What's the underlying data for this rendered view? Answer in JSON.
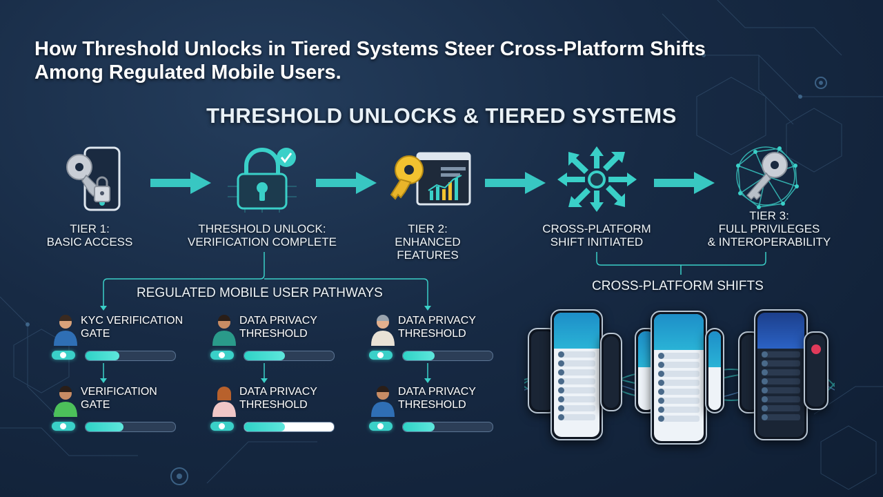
{
  "title": {
    "line1": "How Threshold Unlocks in Tiered Systems Steer Cross-Platform Shifts",
    "line2": "Among Regulated Mobile Users."
  },
  "subtitle": "THRESHOLD UNLOCKS & TIERED SYSTEMS",
  "stages": [
    {
      "icon": "phone-key-icon",
      "line1": "TIER 1:",
      "line2": "BASIC ACCESS"
    },
    {
      "icon": "padlock-check-icon",
      "line1": "THRESHOLD UNLOCK:",
      "line2": "VERIFICATION COMPLETE"
    },
    {
      "icon": "key-chart-icon",
      "line1": "TIER 2:",
      "line2": "ENHANCED",
      "line3": "FEATURES"
    },
    {
      "icon": "arrows-burst-icon",
      "line1": "CROSS-PLATFORM",
      "line2": "SHIFT INITIATED"
    },
    {
      "icon": "network-key-icon",
      "line1": "TIER 3:",
      "line2": "FULL PRIVILEGES",
      "line3": "& INTEROPERABILITY"
    }
  ],
  "pathways": {
    "heading": "REGULATED MOBILE USER PATHWAYS",
    "items": [
      {
        "line1": "KYC VERIFICATION",
        "line2": "GATE",
        "progress": 0.38
      },
      {
        "line1": "DATA PRIVACY",
        "line2": "THRESHOLD",
        "progress": 0.45
      },
      {
        "line1": "DATA PRIVACY",
        "line2": "THRESHOLD",
        "progress": 0.35
      },
      {
        "line1": "VERIFICATION",
        "line2": "GATE",
        "progress": 0.42
      },
      {
        "line1": "DATA PRIVACY",
        "line2": "THRESHOLD",
        "progress": 0.45
      },
      {
        "line1": "DATA PRIVACY",
        "line2": "THRESHOLD",
        "progress": 0.35
      }
    ]
  },
  "cross_platform_heading": "CROSS-PLATFORM SHIFTS",
  "colors": {
    "accent": "#3ad0c8",
    "background": "#172a44"
  }
}
